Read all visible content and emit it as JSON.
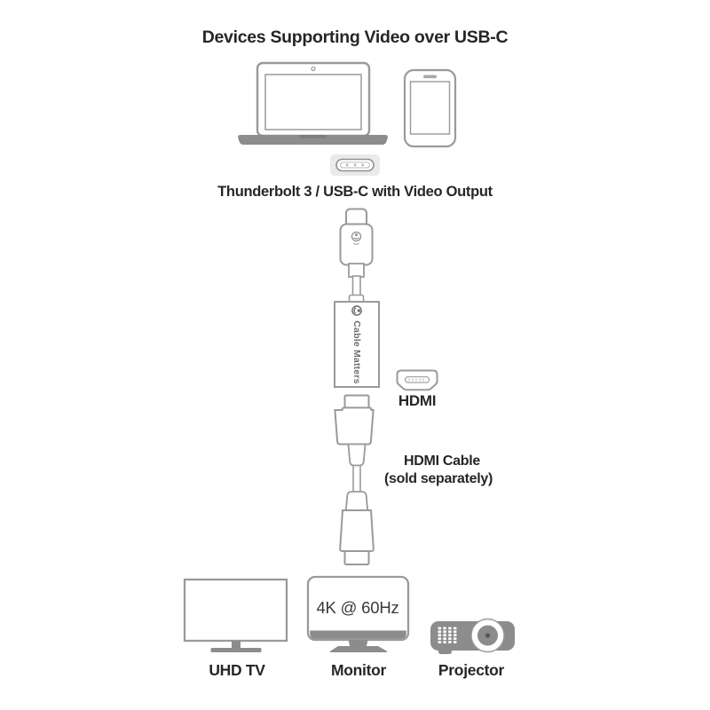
{
  "title": "Devices Supporting Video over USB-C",
  "source": {
    "label": "Thunderbolt 3 / USB-C with Video Output"
  },
  "adapter": {
    "brand": "Cable Matters"
  },
  "hdmi": {
    "port_label": "HDMI",
    "cable_note_line1": "HDMI Cable",
    "cable_note_line2": "(sold separately)"
  },
  "outputs": {
    "tv": {
      "label": "UHD TV"
    },
    "monitor": {
      "label": "Monitor",
      "spec": "4K @ 60Hz"
    },
    "projector": {
      "label": "Projector"
    }
  },
  "colors": {
    "outline": "#9a9a9a",
    "solid_gray": "#8c8c8c",
    "text": "#262626",
    "brand_text": "#6e6e6e",
    "port_background": "#eaeaea"
  }
}
